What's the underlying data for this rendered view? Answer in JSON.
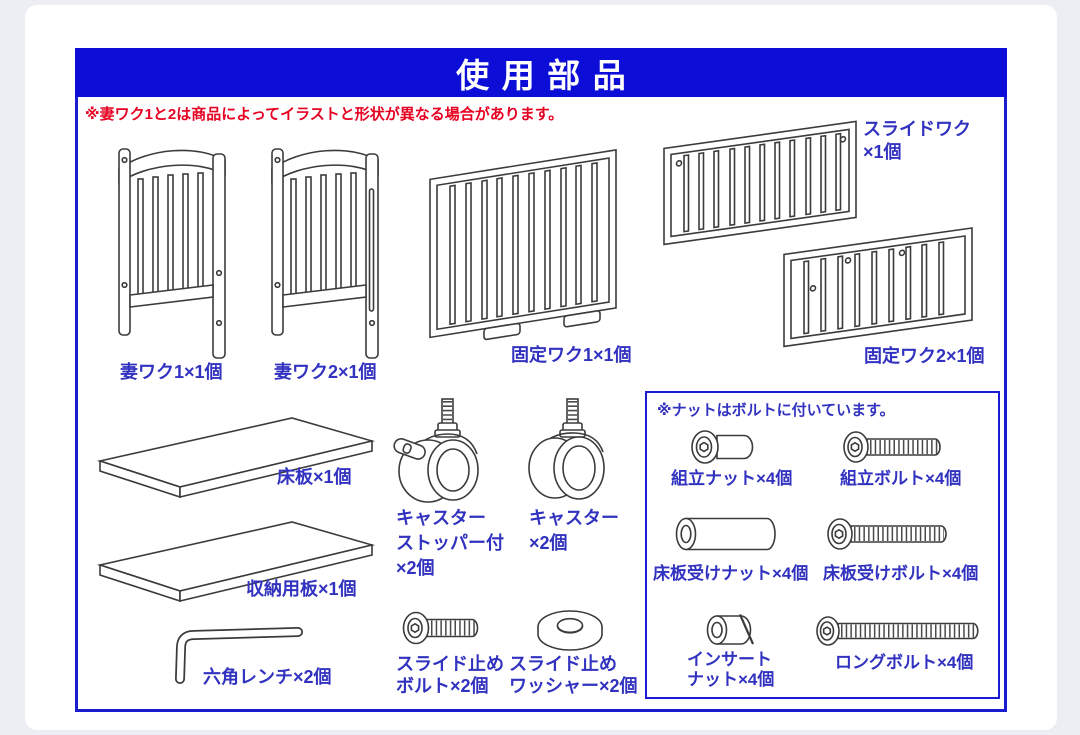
{
  "header": {
    "title": "使用部品"
  },
  "note": "※妻ワク1と2は商品によってイラストと形状が異なる場合があります。",
  "parts": {
    "tsuma1_label": "妻ワク1×1個",
    "tsuma2_label": "妻ワク2×1個",
    "kotei1_label": "固定ワク1×1個",
    "slide_label_line1": "スライドワク",
    "slide_label_line2": "×1個",
    "kotei2_label": "固定ワク2×1個",
    "yukaita_label": "床板×1個",
    "shunoban_label": "収納用板×1個",
    "caster_stopper_line1": "キャスター",
    "caster_stopper_line2": "ストッパー付",
    "caster_stopper_line3": "×2個",
    "caster_line1": "キャスター",
    "caster_line2": "×2個",
    "wrench_label": "六角レンチ×2個",
    "slide_bolt_line1": "スライド止め",
    "slide_bolt_line2": "ボルト×2個",
    "slide_washer_line1": "スライド止め",
    "slide_washer_line2": "ワッシャー×2個"
  },
  "nut_box": {
    "note": "※ナットはボルトに付いています。",
    "kumitate_nut_label": "組立ナット×4個",
    "kumitate_bolt_label": "組立ボルト×4個",
    "yukauke_nut_label": "床板受けナット×4個",
    "yukauke_bolt_label": "床板受けボルト×4個",
    "insert_nut_line1": "インサート",
    "insert_nut_line2": "ナット×4個",
    "long_bolt_label": "ロングボルト×4個"
  },
  "colors": {
    "frame_blue": "#1b1bd0",
    "title_bar_blue": "#0d0dd8",
    "label_blue": "#3232c0",
    "note_red": "#e60021",
    "line_gray": "#3b3b3b"
  }
}
